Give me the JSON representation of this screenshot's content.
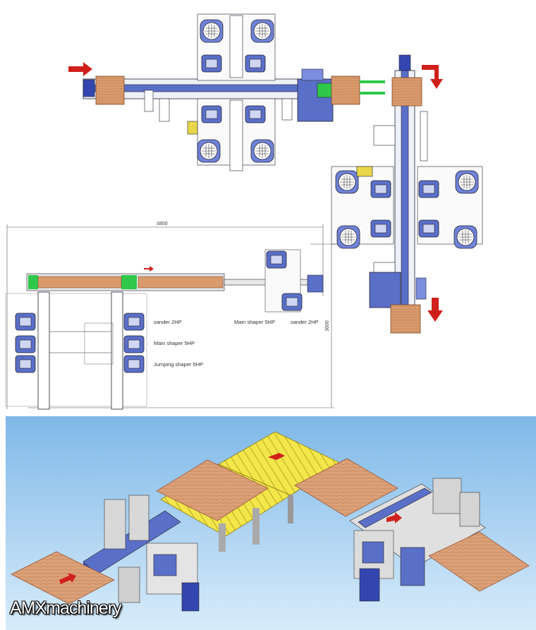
{
  "drawing": {
    "dimension_width": "6800",
    "dimension_height": "3600",
    "labels": {
      "sander_top": "sander 2HP",
      "main_shaper_top": "Main shaper 5HP",
      "sander_left": "sander 2HP",
      "main_shaper_left": "Main shaper 5HP",
      "jumping_shaper_left": "Jumping shaper 5HP"
    }
  },
  "watermark": "AMXmachinery",
  "colors": {
    "machine_blue": "#5a6fc8",
    "board_wood": "#d99a6c",
    "feed_arrow": "#d0201c",
    "sky_top": "#7fb8e8",
    "sky_bottom": "#d8ecfa",
    "conveyor_yellow": "#f2e64a",
    "guard_green": "#2fc84a"
  },
  "icons": [
    "feed-arrow-icon",
    "turn-arrow-icon",
    "exit-arrow-icon"
  ]
}
